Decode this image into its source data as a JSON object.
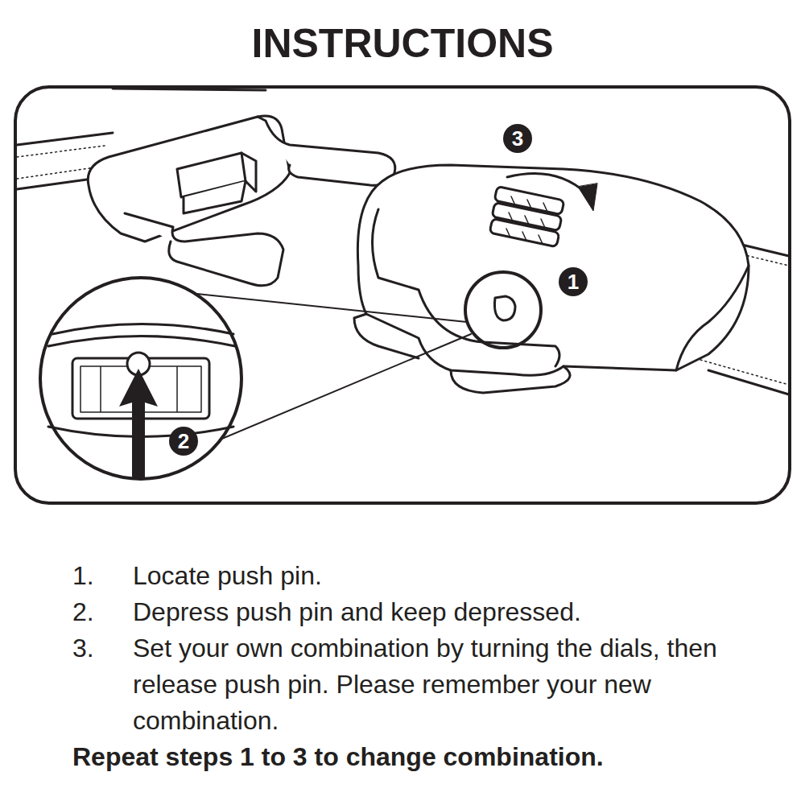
{
  "diagram": {
    "title": "INSTRUCTIONS",
    "nodes": [
      {
        "text": [
          "3"
        ]
      },
      {
        "text": [
          "1"
        ]
      },
      {
        "text": [
          "2"
        ]
      }
    ],
    "labels": [
      "1.",
      "Locate push pin.",
      "2.",
      "Depress push pin and keep depressed.",
      "3.",
      "Set your own combination by turning the dials, then release push pin. Please remember your new combination.",
      "Repeat steps 1 to 3 to change combination."
    ]
  }
}
